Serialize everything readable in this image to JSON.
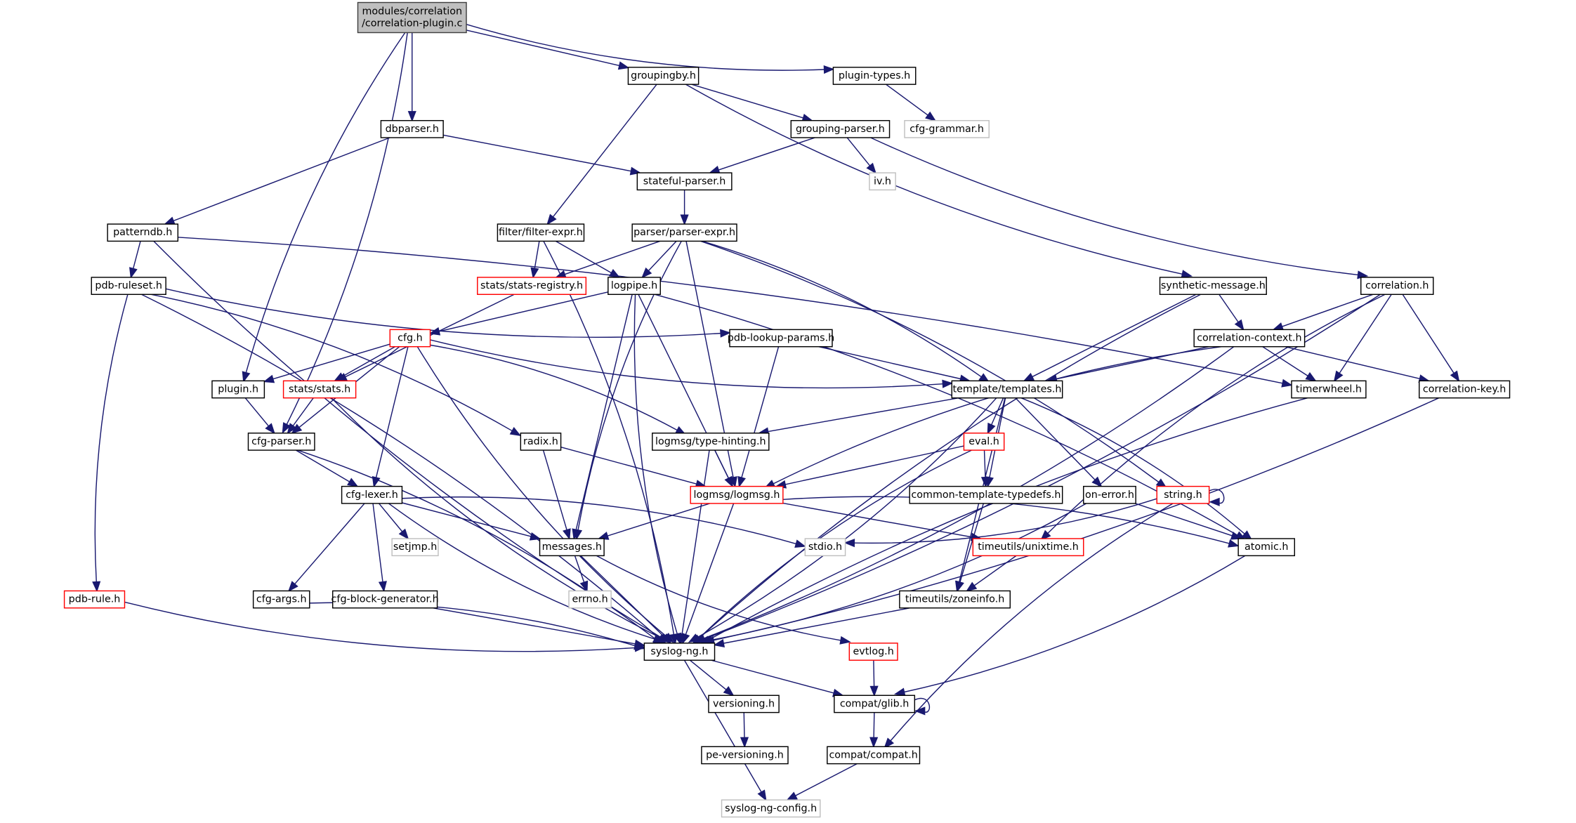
{
  "title": "modules/correlation/correlation-plugin.c include dependency graph",
  "colors": {
    "edge": "#191970",
    "root_fill": "#bfbfbf",
    "missing_border": "#ff0000",
    "external_border": "#bfbfbf",
    "normal_border": "#000000"
  },
  "nodes": [
    {
      "id": "root",
      "lines": [
        "modules/correlation",
        "/correlation-plugin.c"
      ],
      "kind": "root"
    },
    {
      "id": "groupingby",
      "lines": [
        "groupingby.h"
      ],
      "kind": "normal"
    },
    {
      "id": "plugintypes",
      "lines": [
        "plugin-types.h"
      ],
      "kind": "normal"
    },
    {
      "id": "dbparser",
      "lines": [
        "dbparser.h"
      ],
      "kind": "normal"
    },
    {
      "id": "groupingparser",
      "lines": [
        "grouping-parser.h"
      ],
      "kind": "normal"
    },
    {
      "id": "cfggrammar",
      "lines": [
        "cfg-grammar.h"
      ],
      "kind": "gray"
    },
    {
      "id": "statefulparser",
      "lines": [
        "stateful-parser.h"
      ],
      "kind": "normal"
    },
    {
      "id": "ivh",
      "lines": [
        "iv.h"
      ],
      "kind": "gray"
    },
    {
      "id": "patterndb",
      "lines": [
        "patterndb.h"
      ],
      "kind": "normal"
    },
    {
      "id": "filterexpr",
      "lines": [
        "filter/filter-expr.h"
      ],
      "kind": "normal"
    },
    {
      "id": "parserexpr",
      "lines": [
        "parser/parser-expr.h"
      ],
      "kind": "normal"
    },
    {
      "id": "pdbruleset",
      "lines": [
        "pdb-ruleset.h"
      ],
      "kind": "normal"
    },
    {
      "id": "statsregistry",
      "lines": [
        "stats/stats-registry.h"
      ],
      "kind": "red"
    },
    {
      "id": "logpipe",
      "lines": [
        "logpipe.h"
      ],
      "kind": "normal"
    },
    {
      "id": "syntheticmessage",
      "lines": [
        "synthetic-message.h"
      ],
      "kind": "normal"
    },
    {
      "id": "correlation",
      "lines": [
        "correlation.h"
      ],
      "kind": "normal"
    },
    {
      "id": "cfgh",
      "lines": [
        "cfg.h"
      ],
      "kind": "red"
    },
    {
      "id": "pdblookupparams",
      "lines": [
        "pdb-lookup-params.h"
      ],
      "kind": "normal"
    },
    {
      "id": "correlationcontext",
      "lines": [
        "correlation-context.h"
      ],
      "kind": "normal"
    },
    {
      "id": "pluginh",
      "lines": [
        "plugin.h"
      ],
      "kind": "normal"
    },
    {
      "id": "stats",
      "lines": [
        "stats/stats.h"
      ],
      "kind": "red"
    },
    {
      "id": "templates",
      "lines": [
        "template/templates.h"
      ],
      "kind": "normal"
    },
    {
      "id": "timerwheel",
      "lines": [
        "timerwheel.h"
      ],
      "kind": "normal"
    },
    {
      "id": "correlationkey",
      "lines": [
        "correlation-key.h"
      ],
      "kind": "normal"
    },
    {
      "id": "cfgparser",
      "lines": [
        "cfg-parser.h"
      ],
      "kind": "normal"
    },
    {
      "id": "radix",
      "lines": [
        "radix.h"
      ],
      "kind": "normal"
    },
    {
      "id": "typehinting",
      "lines": [
        "logmsg/type-hinting.h"
      ],
      "kind": "normal"
    },
    {
      "id": "eval",
      "lines": [
        "eval.h"
      ],
      "kind": "red"
    },
    {
      "id": "cfglexer",
      "lines": [
        "cfg-lexer.h"
      ],
      "kind": "normal"
    },
    {
      "id": "logmsg",
      "lines": [
        "logmsg/logmsg.h"
      ],
      "kind": "red"
    },
    {
      "id": "commontypedefs",
      "lines": [
        "common-template-typedefs.h"
      ],
      "kind": "normal"
    },
    {
      "id": "onerror",
      "lines": [
        "on-error.h"
      ],
      "kind": "normal"
    },
    {
      "id": "stringh",
      "lines": [
        "string.h"
      ],
      "kind": "red"
    },
    {
      "id": "setjmp",
      "lines": [
        "setjmp.h"
      ],
      "kind": "gray"
    },
    {
      "id": "messages",
      "lines": [
        "messages.h"
      ],
      "kind": "normal"
    },
    {
      "id": "stdio",
      "lines": [
        "stdio.h"
      ],
      "kind": "gray"
    },
    {
      "id": "unixtime",
      "lines": [
        "timeutils/unixtime.h"
      ],
      "kind": "red"
    },
    {
      "id": "atomic",
      "lines": [
        "atomic.h"
      ],
      "kind": "normal"
    },
    {
      "id": "pdbrule",
      "lines": [
        "pdb-rule.h"
      ],
      "kind": "red"
    },
    {
      "id": "cfgargs",
      "lines": [
        "cfg-args.h"
      ],
      "kind": "normal"
    },
    {
      "id": "cfgblockgen",
      "lines": [
        "cfg-block-generator.h"
      ],
      "kind": "normal"
    },
    {
      "id": "errno",
      "lines": [
        "errno.h"
      ],
      "kind": "gray"
    },
    {
      "id": "zoneinfo",
      "lines": [
        "timeutils/zoneinfo.h"
      ],
      "kind": "normal"
    },
    {
      "id": "syslogng",
      "lines": [
        "syslog-ng.h"
      ],
      "kind": "normal"
    },
    {
      "id": "evtlog",
      "lines": [
        "evtlog.h"
      ],
      "kind": "red"
    },
    {
      "id": "versioning",
      "lines": [
        "versioning.h"
      ],
      "kind": "normal"
    },
    {
      "id": "compatglib",
      "lines": [
        "compat/glib.h"
      ],
      "kind": "normal"
    },
    {
      "id": "peversioning",
      "lines": [
        "pe-versioning.h"
      ],
      "kind": "normal"
    },
    {
      "id": "compatcompat",
      "lines": [
        "compat/compat.h"
      ],
      "kind": "normal"
    },
    {
      "id": "syslogngconfig",
      "lines": [
        "syslog-ng-config.h"
      ],
      "kind": "gray"
    }
  ],
  "edges": [
    [
      "root",
      "groupingby"
    ],
    [
      "root",
      "plugintypes"
    ],
    [
      "root",
      "dbparser"
    ],
    [
      "root",
      "pluginh"
    ],
    [
      "root",
      "cfgparser"
    ],
    [
      "groupingby",
      "groupingparser"
    ],
    [
      "groupingby",
      "filterexpr"
    ],
    [
      "groupingby",
      "syntheticmessage"
    ],
    [
      "plugintypes",
      "cfggrammar"
    ],
    [
      "dbparser",
      "statefulparser"
    ],
    [
      "dbparser",
      "patterndb"
    ],
    [
      "groupingparser",
      "statefulparser"
    ],
    [
      "groupingparser",
      "ivh"
    ],
    [
      "groupingparser",
      "correlation"
    ],
    [
      "statefulparser",
      "parserexpr"
    ],
    [
      "patterndb",
      "pdbruleset"
    ],
    [
      "patterndb",
      "timerwheel"
    ],
    [
      "patterndb",
      "syslogng"
    ],
    [
      "filterexpr",
      "statsregistry"
    ],
    [
      "filterexpr",
      "logpipe"
    ],
    [
      "filterexpr",
      "syslogng"
    ],
    [
      "parserexpr",
      "statsregistry"
    ],
    [
      "parserexpr",
      "logpipe"
    ],
    [
      "parserexpr",
      "messages"
    ],
    [
      "parserexpr",
      "templates"
    ],
    [
      "parserexpr",
      "logmsg"
    ],
    [
      "parserexpr",
      "stringh"
    ],
    [
      "pdbruleset",
      "pdblookupparams"
    ],
    [
      "pdbruleset",
      "radix"
    ],
    [
      "pdbruleset",
      "pdbrule"
    ],
    [
      "pdbruleset",
      "syslogng"
    ],
    [
      "statsregistry",
      "stats"
    ],
    [
      "logpipe",
      "cfgh"
    ],
    [
      "logpipe",
      "messages"
    ],
    [
      "logpipe",
      "logmsg"
    ],
    [
      "logpipe",
      "syslogng"
    ],
    [
      "logpipe",
      "atomic"
    ],
    [
      "syntheticmessage",
      "correlationcontext"
    ],
    [
      "syntheticmessage",
      "templates"
    ],
    [
      "syntheticmessage",
      "syslogng"
    ],
    [
      "correlation",
      "correlationcontext"
    ],
    [
      "correlation",
      "timerwheel"
    ],
    [
      "correlation",
      "correlationkey"
    ],
    [
      "correlation",
      "unixtime"
    ],
    [
      "correlation",
      "syslogng"
    ],
    [
      "cfgh",
      "pluginh"
    ],
    [
      "cfgh",
      "stats"
    ],
    [
      "cfgh",
      "cfgparser"
    ],
    [
      "cfgh",
      "cfglexer"
    ],
    [
      "cfgh",
      "templates"
    ],
    [
      "cfgh",
      "typehinting"
    ],
    [
      "cfgh",
      "syslogng"
    ],
    [
      "pdblookupparams",
      "templates"
    ],
    [
      "pdblookupparams",
      "logmsg"
    ],
    [
      "correlationcontext",
      "templates"
    ],
    [
      "correlationcontext",
      "timerwheel"
    ],
    [
      "correlationcontext",
      "correlationkey"
    ],
    [
      "correlationcontext",
      "logmsg"
    ],
    [
      "correlationcontext",
      "syslogng"
    ],
    [
      "pluginh",
      "cfgparser"
    ],
    [
      "stats",
      "cfgparser"
    ],
    [
      "stats",
      "syslogng"
    ],
    [
      "templates",
      "typehinting"
    ],
    [
      "templates",
      "eval"
    ],
    [
      "templates",
      "commontypedefs"
    ],
    [
      "templates",
      "onerror"
    ],
    [
      "templates",
      "atomic"
    ],
    [
      "templates",
      "zoneinfo"
    ],
    [
      "templates",
      "syslogng"
    ],
    [
      "timerwheel",
      "syslogng"
    ],
    [
      "correlationkey",
      "syslogng"
    ],
    [
      "cfgparser",
      "cfglexer"
    ],
    [
      "cfgparser",
      "syslogng"
    ],
    [
      "radix",
      "logmsg"
    ],
    [
      "radix",
      "messages"
    ],
    [
      "typehinting",
      "logmsg"
    ],
    [
      "typehinting",
      "syslogng"
    ],
    [
      "eval",
      "logmsg"
    ],
    [
      "eval",
      "commontypedefs"
    ],
    [
      "eval",
      "syslogng"
    ],
    [
      "cfglexer",
      "setjmp"
    ],
    [
      "cfglexer",
      "messages"
    ],
    [
      "cfglexer",
      "stdio"
    ],
    [
      "cfglexer",
      "cfgargs"
    ],
    [
      "cfglexer",
      "cfgblockgen"
    ],
    [
      "cfglexer",
      "syslogng"
    ],
    [
      "logmsg",
      "messages"
    ],
    [
      "logmsg",
      "unixtime"
    ],
    [
      "logmsg",
      "atomic"
    ],
    [
      "logmsg",
      "syslogng"
    ],
    [
      "commontypedefs",
      "zoneinfo"
    ],
    [
      "onerror",
      "atomic"
    ],
    [
      "onerror",
      "syslogng"
    ],
    [
      "stringh",
      "stringh"
    ],
    [
      "stringh",
      "stdio"
    ],
    [
      "stringh",
      "compatcompat"
    ],
    [
      "messages",
      "errno"
    ],
    [
      "messages",
      "evtlog"
    ],
    [
      "messages",
      "syslogng"
    ],
    [
      "unixtime",
      "zoneinfo"
    ],
    [
      "atomic",
      "compatglib"
    ],
    [
      "pdbrule",
      "syslogng"
    ],
    [
      "cfgargs",
      "syslogng"
    ],
    [
      "cfgblockgen",
      "syslogng"
    ],
    [
      "zoneinfo",
      "syslogng"
    ],
    [
      "syslogng",
      "versioning"
    ],
    [
      "syslogng",
      "compatglib"
    ],
    [
      "syslogng",
      "syslogngconfig"
    ],
    [
      "evtlog",
      "compatglib"
    ],
    [
      "versioning",
      "peversioning"
    ],
    [
      "compatglib",
      "compatglib"
    ],
    [
      "compatglib",
      "compatcompat"
    ],
    [
      "compatcompat",
      "syslogngconfig"
    ]
  ]
}
